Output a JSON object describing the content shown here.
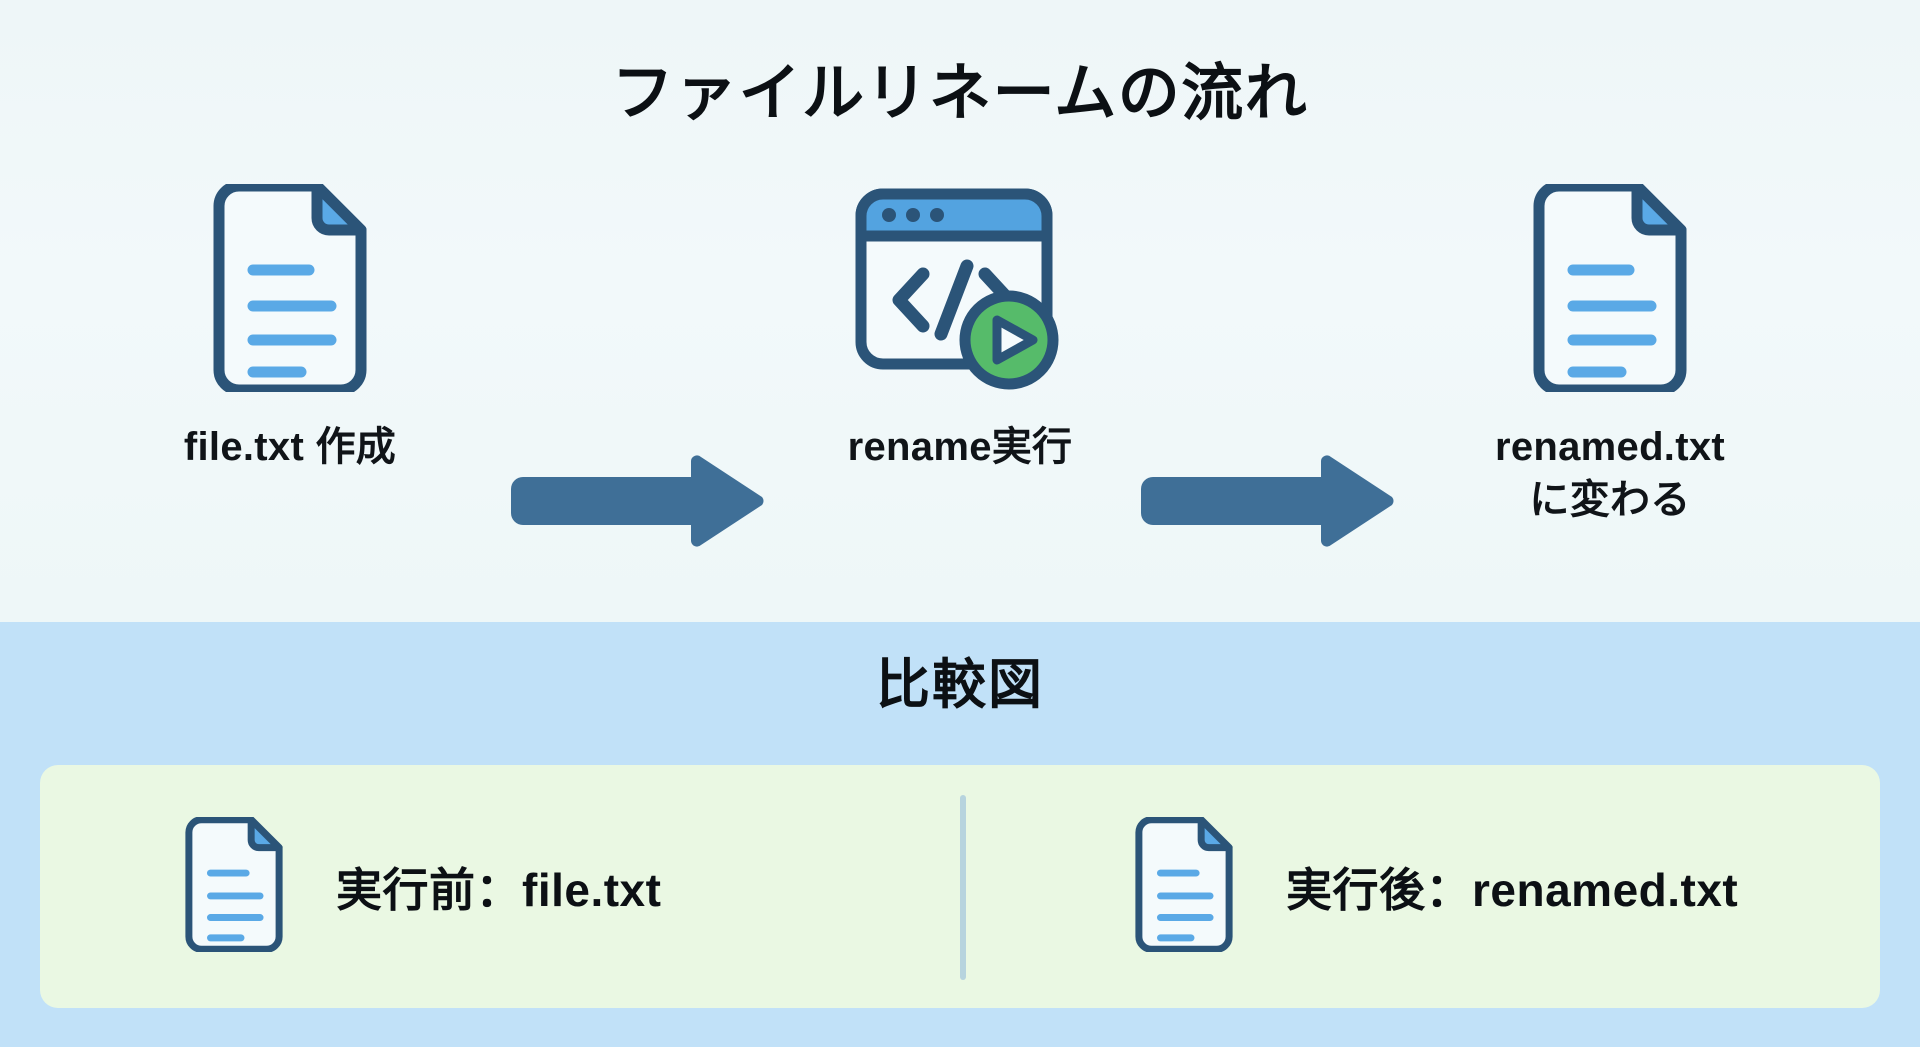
{
  "page": {
    "title": "ファイルリネームの流れ",
    "section_title": "比較図"
  },
  "colors": {
    "band_top": "#eef6f8",
    "band_bottom": "#c1e1f8",
    "compare_panel": "#eaf8e3",
    "icon_outline": "#2b5478",
    "icon_fill": "#f4fafc",
    "icon_accent": "#5aa9e6",
    "arrow": "#3f6f97",
    "play_green": "#56bb6a",
    "divider": "#b7d4de",
    "text": "#0c1014"
  },
  "flow": {
    "steps": [
      {
        "icon": "file-document-icon",
        "label": "file.txt 作成"
      },
      {
        "icon": "code-window-run-icon",
        "label": "rename実行"
      },
      {
        "icon": "file-document-icon",
        "label": "renamed.txt\nに変わる"
      }
    ],
    "arrows": [
      {
        "icon": "arrow-right-icon"
      },
      {
        "icon": "arrow-right-icon"
      }
    ]
  },
  "compare": {
    "before": {
      "icon": "file-document-icon",
      "label": "実行前：file.txt"
    },
    "after": {
      "icon": "file-document-icon",
      "label": "実行後：renamed.txt"
    }
  }
}
